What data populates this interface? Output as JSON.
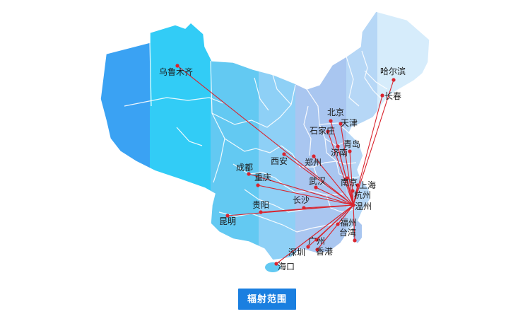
{
  "map": {
    "colors": {
      "line": "#d9242e",
      "dot": "#d9242e",
      "border": "#ffffff",
      "bands": [
        "#3aa2f3",
        "#32ccf6",
        "#63c9f2",
        "#8ed0f6",
        "#a9c6f0",
        "#b6d7f6",
        "#d6ecfb"
      ]
    },
    "hub": "温州",
    "cities": [
      {
        "name": "乌鲁木齐",
        "label": "乌鲁木齐"
      },
      {
        "name": "哈尔滨",
        "label": "哈尔滨"
      },
      {
        "name": "长春",
        "label": "长春"
      },
      {
        "name": "北京",
        "label": "北京"
      },
      {
        "name": "天津",
        "label": "天津"
      },
      {
        "name": "石家庄",
        "label": "石家庄"
      },
      {
        "name": "济南",
        "label": "济南"
      },
      {
        "name": "青岛",
        "label": "青岛"
      },
      {
        "name": "西安",
        "label": "西安"
      },
      {
        "name": "郑州",
        "label": "郑州"
      },
      {
        "name": "成都",
        "label": "成都"
      },
      {
        "name": "重庆",
        "label": "重庆"
      },
      {
        "name": "武汉",
        "label": "武汉"
      },
      {
        "name": "南京",
        "label": "南京"
      },
      {
        "name": "上海",
        "label": "上海"
      },
      {
        "name": "杭州",
        "label": "杭州"
      },
      {
        "name": "温州",
        "label": "温州"
      },
      {
        "name": "长沙",
        "label": "长沙"
      },
      {
        "name": "贵阳",
        "label": "贵阳"
      },
      {
        "name": "昆明",
        "label": "昆明"
      },
      {
        "name": "福州",
        "label": "福州"
      },
      {
        "name": "台湾",
        "label": "台湾"
      },
      {
        "name": "广州",
        "label": "广州"
      },
      {
        "name": "深圳",
        "label": "深圳"
      },
      {
        "name": "香港",
        "label": "香港"
      },
      {
        "name": "海口",
        "label": "海口"
      }
    ]
  },
  "button": {
    "label": "辐射范围"
  }
}
